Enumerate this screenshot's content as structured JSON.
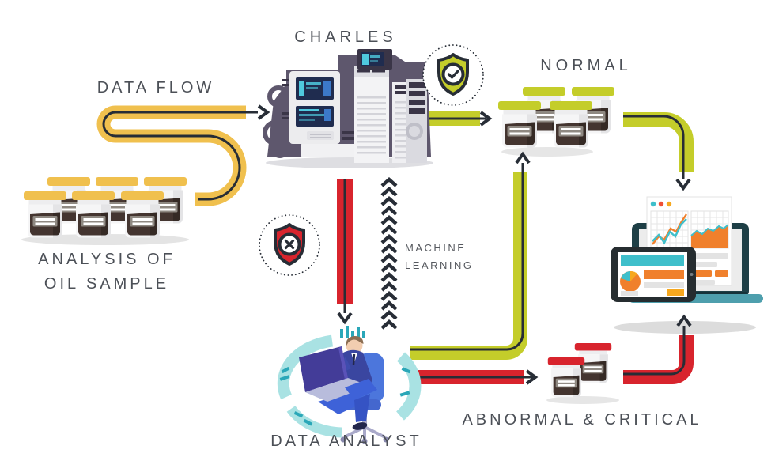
{
  "colors": {
    "yellow": "#F0C04E",
    "olive": "#C4CD2A",
    "red": "#D8242D",
    "ink": "#272D36",
    "text": "#4C5057",
    "teal": "#3FBFCB",
    "orange": "#F0802C",
    "amber": "#F6A81F"
  },
  "flow": {
    "source": {
      "line1": "ANALYSIS OF",
      "line2": "OIL SAMPLE",
      "icon": "oil-sample-jars-icon",
      "jar_count": 6,
      "lid_color": "yellow"
    },
    "data_flow": {
      "label": "DATA FLOW",
      "icon": "s-curve-arrow-icon",
      "color": "yellow"
    },
    "processor": {
      "label": "CHARLES",
      "icon": "mainframe-server-icon"
    },
    "normal_branch": {
      "label": "NORMAL",
      "icon": "green-lid-jars-icon",
      "jar_count": 4,
      "badge_icon": "shield-check-icon",
      "color": "olive"
    },
    "analyst_branch": {
      "label": "DATA ANALYST",
      "icon": "analyst-at-laptop-icon",
      "badge_icon": "shield-x-icon",
      "color": "red"
    },
    "machine_learning": {
      "line1": "MACHINE",
      "line2": "LEARNING",
      "icon": "chevron-column-icon"
    },
    "abnormal_branch": {
      "label": "ABNORMAL & CRITICAL",
      "icon": "red-lid-jars-icon",
      "jar_count": 2,
      "color": "red"
    },
    "dashboard": {
      "icon": "analytics-dashboard-icon"
    }
  }
}
